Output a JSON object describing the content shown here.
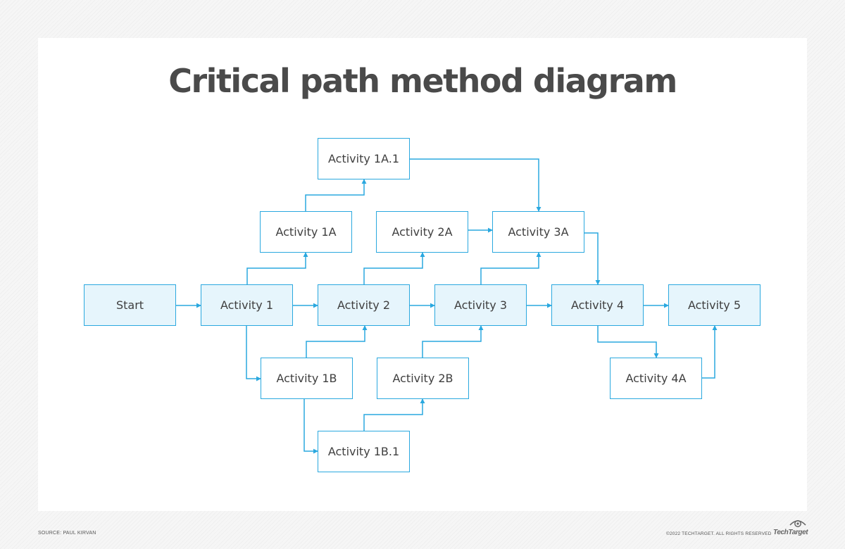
{
  "title": "Critical path method diagram",
  "colors": {
    "line": "#2aa8df",
    "node_border": "#2aa8df",
    "critical_fill": "#e6f5fc",
    "node_fill": "#ffffff",
    "text": "#3f3f3f"
  },
  "nodes": {
    "start": {
      "label": "Start",
      "critical": true
    },
    "a1": {
      "label": "Activity 1",
      "critical": true
    },
    "a2": {
      "label": "Activity 2",
      "critical": true
    },
    "a3": {
      "label": "Activity 3",
      "critical": true
    },
    "a4": {
      "label": "Activity 4",
      "critical": true
    },
    "a5": {
      "label": "Activity 5",
      "critical": true
    },
    "a1a": {
      "label": "Activity 1A",
      "critical": false
    },
    "a1a1": {
      "label": "Activity 1A.1",
      "critical": false
    },
    "a2a": {
      "label": "Activity 2A",
      "critical": false
    },
    "a3a": {
      "label": "Activity 3A",
      "critical": false
    },
    "a1b": {
      "label": "Activity 1B",
      "critical": false
    },
    "a1b1": {
      "label": "Activity 1B.1",
      "critical": false
    },
    "a2b": {
      "label": "Activity 2B",
      "critical": false
    },
    "a4a": {
      "label": "Activity 4A",
      "critical": false
    }
  },
  "edges": [
    [
      "start",
      "a1"
    ],
    [
      "a1",
      "a2"
    ],
    [
      "a2",
      "a3"
    ],
    [
      "a3",
      "a4"
    ],
    [
      "a4",
      "a5"
    ],
    [
      "a1",
      "a1a"
    ],
    [
      "a1a",
      "a1a1"
    ],
    [
      "a1a1",
      "a3a"
    ],
    [
      "a2",
      "a2a"
    ],
    [
      "a2a",
      "a3a"
    ],
    [
      "a3",
      "a3a"
    ],
    [
      "a3a",
      "a4"
    ],
    [
      "a1",
      "a1b"
    ],
    [
      "a1b",
      "a2"
    ],
    [
      "a1b",
      "a1b1"
    ],
    [
      "a1b1",
      "a2b"
    ],
    [
      "a2b",
      "a3"
    ],
    [
      "a4",
      "a4a"
    ],
    [
      "a4a",
      "a5"
    ]
  ],
  "footer": {
    "source": "SOURCE: PAUL KIRVAN",
    "copyright": "©2022 TECHTARGET. ALL RIGHTS RESERVED",
    "brand": "TechTarget"
  }
}
